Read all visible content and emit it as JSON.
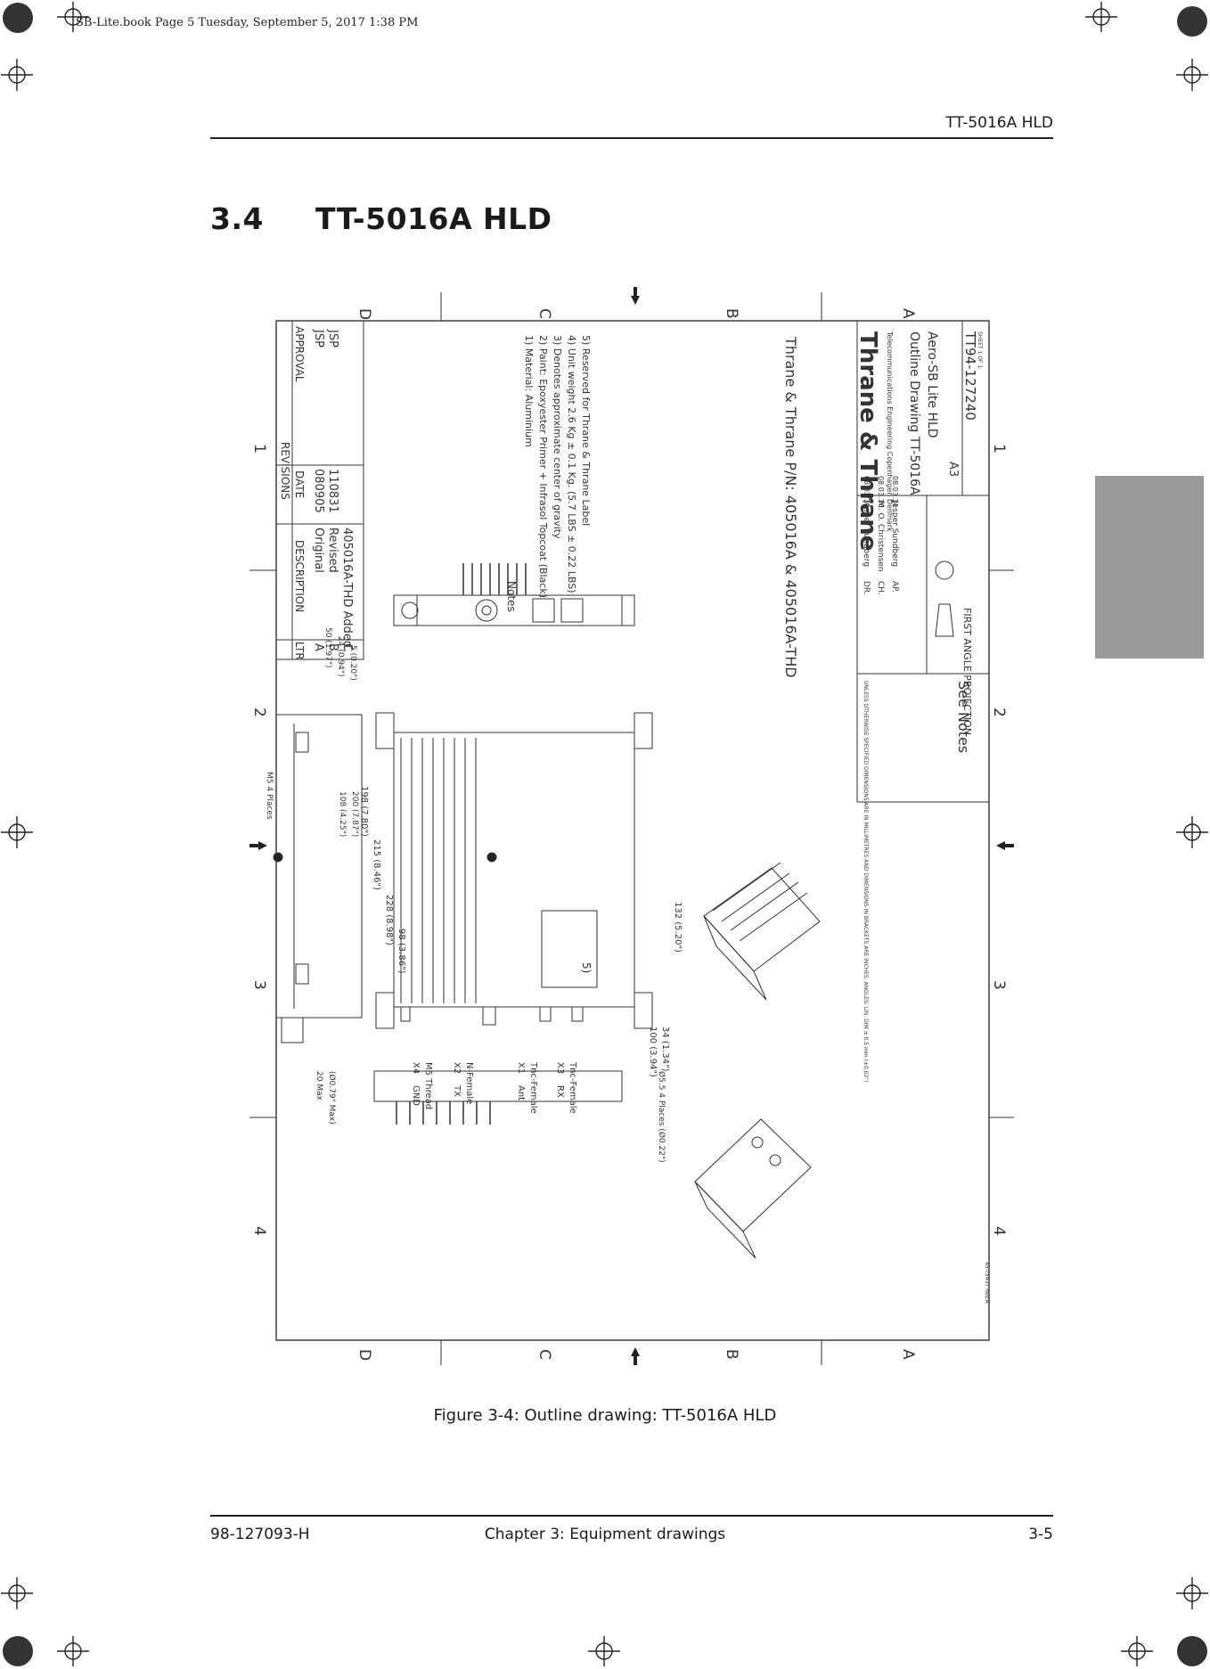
{
  "print_info": "SB-Lite.book  Page 5  Tuesday, September 5, 2017  1:38 PM",
  "header": {
    "running_title": "TT-5016A HLD"
  },
  "section": {
    "number": "3.4",
    "title": "TT-5016A HLD"
  },
  "drawing": {
    "grid_letters": [
      "D",
      "C",
      "B",
      "A"
    ],
    "grid_numbers": [
      "1",
      "2",
      "3",
      "4"
    ],
    "revisions": {
      "heading": "REVISIONS",
      "columns": [
        "LTR",
        "DESCRIPTION",
        "DATE",
        "APPROVAL"
      ],
      "rows": [
        {
          "ltr": "A",
          "description": "Original",
          "date": "080905",
          "approval": "JSP"
        },
        {
          "ltr": "B",
          "description": "Revised",
          "date": "110831",
          "approval": "JSP"
        },
        {
          "ltr": "C",
          "description": "405016A-THD Added",
          "date": "",
          "approval": ""
        }
      ]
    },
    "notes": {
      "heading": "Notes",
      "items": [
        "1) Material: Aluminium",
        "2) Paint: Epoxyester Primer + Infrasol Topcoat (Black)",
        "3) Denotes approximate center of gravity",
        "4) Unit weight 2.6 Kg ± 0.1 Kg. (5.7 LBS ± 0.22 LBS)",
        "5) Reserved for Thrane & Thrane Label"
      ]
    },
    "part_number": "Thrane & Thrane P/N: 405016A & 405016A-THD",
    "title_block": {
      "company": "Thrane & Thrane",
      "company_sub": "Telecommunications Engineering Copenhagen Denmark",
      "title_1": "Outline Drawing TT-5016A",
      "title_2": "Aero-SB Lite HLD",
      "drawing_no": "TT94-127240",
      "size": "A3",
      "scale": "See Notes",
      "projection": "FIRST ANGLE PROJECTION",
      "sheet": "SHEET 1 OF 1",
      "drawn_rows": [
        {
          "role": "DR.",
          "name": "Jesper Sundberg",
          "date": "08.03.10"
        },
        {
          "role": "CH.",
          "name": "M. O. Christensen",
          "date": "08.03.10"
        },
        {
          "role": "AP.",
          "name": "Jesper Sundberg",
          "date": "08.03.11"
        }
      ],
      "tolerances": "UNLESS OTHERWISE SPECIFIED DIMENSIONS ARE IN MILLIMETRES AND DIMENSIONS IN BRACKETS ARE INCHES. ANGLES: LIN. DIM ± 0.5 mm (±0.02\")"
    },
    "dimensions": {
      "top": [
        "228 (8.98\")",
        "215 (8.46\")",
        "198 (7.80\")",
        "98 (3.86\")"
      ],
      "right": [
        "100 (3.94\")",
        "34 (1.34\")",
        "132 (5.20\")"
      ],
      "side": [
        "50 (1.97\")",
        "24 (0.94\")",
        "5 (0.20\")",
        "108 (4.25\")",
        "200 (7.87\")",
        "M5 4 Places",
        "20 Max",
        "(Ø0.79\" Max)"
      ],
      "holes": "Ø5.5 4 Places (Ø0.22\")"
    },
    "connectors": [
      {
        "id": "X4",
        "name": "GND",
        "type": "M5 Thread"
      },
      {
        "id": "X2",
        "name": "TX",
        "type": "N-Female"
      },
      {
        "id": "X1",
        "name": "Ant",
        "type": "Tnc-Female"
      },
      {
        "id": "X3",
        "name": "RX",
        "type": "Tnc-Female"
      }
    ],
    "label_note": "5)",
    "doc_ref": "45-T5437 Rev.A"
  },
  "caption": "Figure 3-4: Outline drawing: TT-5016A HLD",
  "footer": {
    "doc_number": "98-127093-H",
    "chapter": "Chapter 3:  Equipment drawings",
    "page": "3-5"
  }
}
